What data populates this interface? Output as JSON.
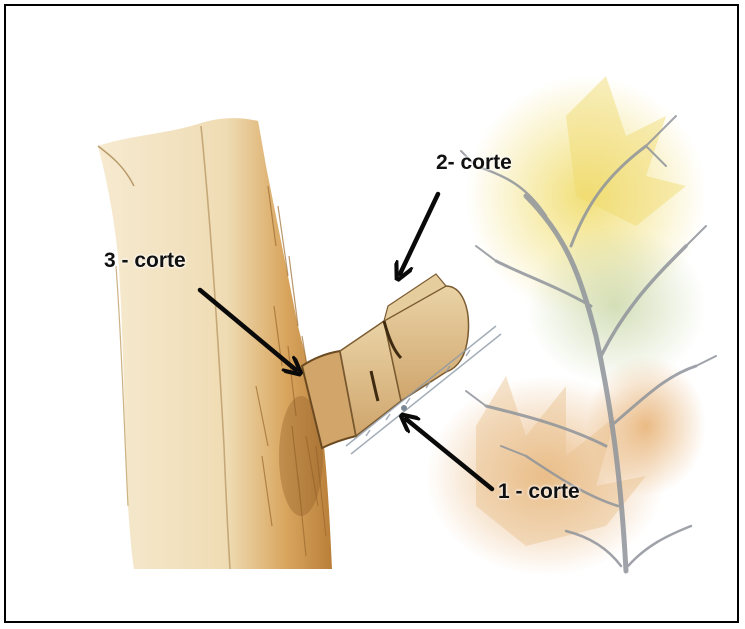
{
  "diagram": {
    "labels": {
      "cut_1": "1 - corte",
      "cut_2": "2- corte",
      "cut_3": "3 - corte"
    },
    "colors": {
      "trunk_light": "#f3e6c6",
      "bark_brown": "#b07a36",
      "branch_wood": "#e2c79a",
      "foliage_yellow": "#e9d35a",
      "foliage_orange": "#e0a25a",
      "bare_branches": "#8a8f96",
      "arrow": "#0a0a0a"
    }
  }
}
